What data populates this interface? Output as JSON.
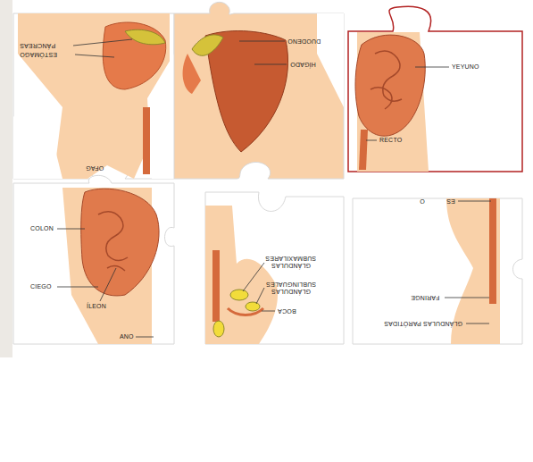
{
  "diagram": {
    "labels": [
      "PÁNCREAS",
      "ESTÓMAGO",
      "DUODENO",
      "HÍGADO",
      "YEYUNO",
      "RECTO",
      "OFAG",
      "COLON",
      "CIEGO",
      "ÍLEON",
      "ANO",
      "GLÁNDULAS SUBMAXILARES",
      "GLÁNDULAS SUBLINGUALES",
      "BOCA",
      "O",
      "ES",
      "FARINGE",
      "GLÁNDULAS PARÓTIDAS"
    ]
  }
}
